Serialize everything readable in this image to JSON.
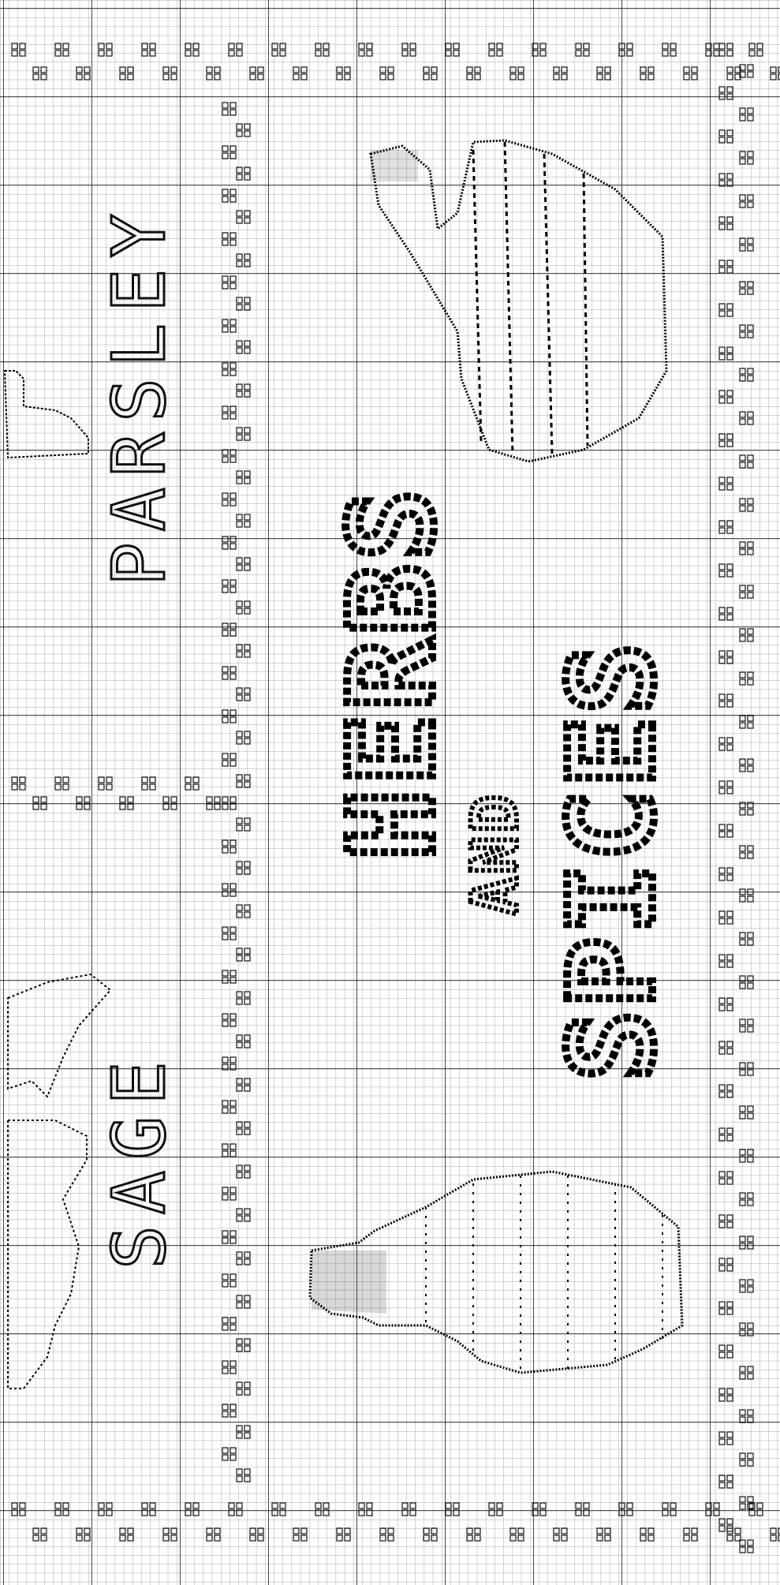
{
  "pattern": {
    "word_parsley": "PARSLEY",
    "word_sage": "SAGE",
    "title_line1": "HERBS",
    "title_line2": "AND",
    "title_line3": "SPICES"
  },
  "colors": {
    "paper": "#ffffff",
    "grid_minor": "#8a8a8a",
    "grid_major": "#1a1a1a",
    "ink": "#111111"
  },
  "icons": {
    "flower_pot": "flower-pot-icon",
    "watering_can": "watering-can-icon",
    "border": "double-square-border-icon",
    "sage_leaves": "sage-leaves-icon",
    "parsley_leaves": "parsley-leaves-icon"
  }
}
